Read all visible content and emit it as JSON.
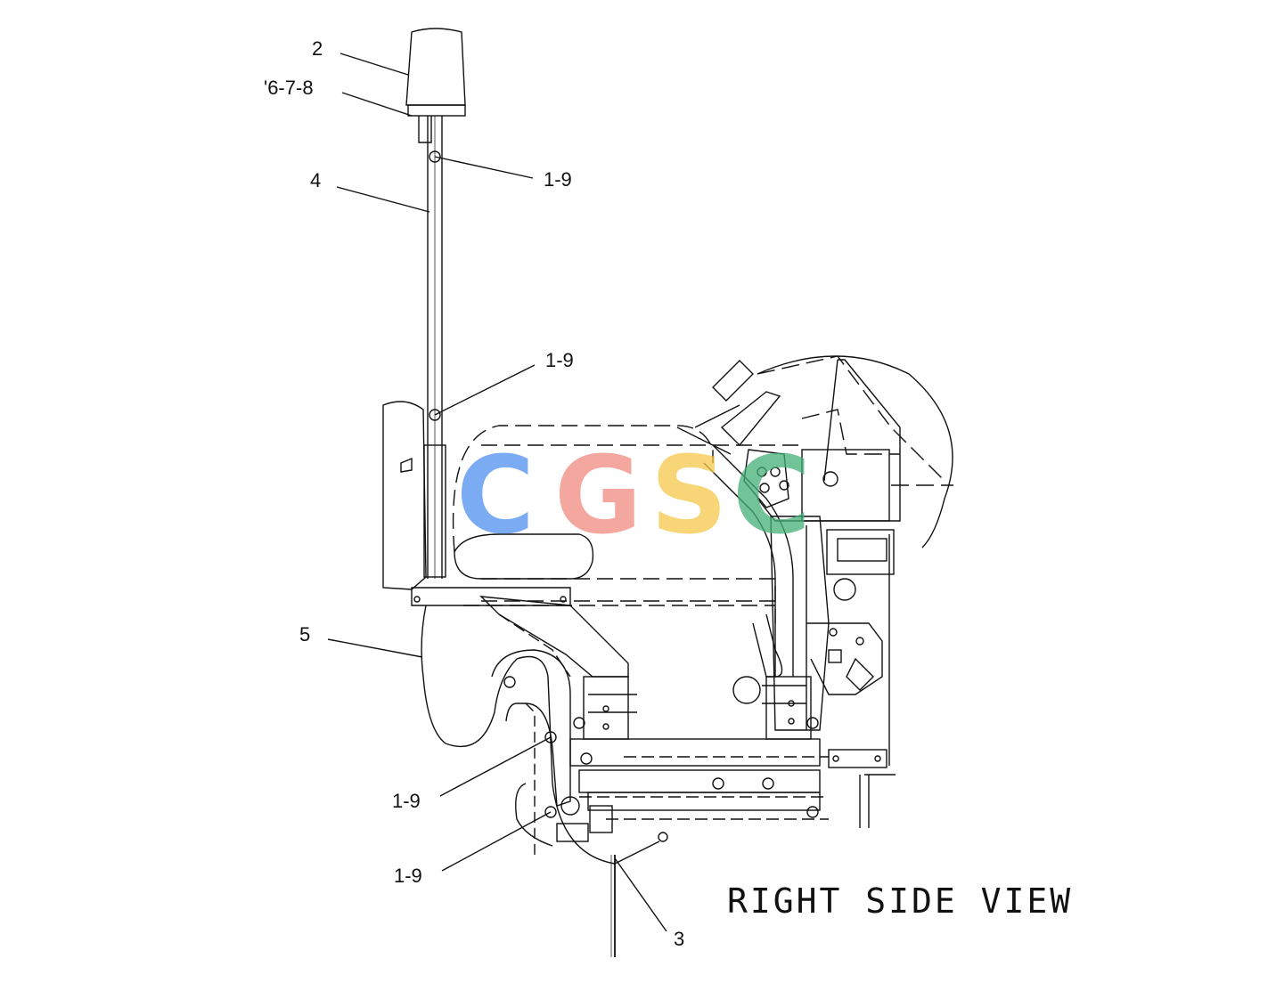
{
  "view_title": "RIGHT SIDE VIEW",
  "callouts": {
    "c2": "2",
    "c678": "'6-7-8",
    "c19_top": "1-9",
    "c4": "4",
    "c19_mid": "1-9",
    "c5": "5",
    "c19_low1": "1-9",
    "c19_low2": "1-9",
    "c3": "3"
  },
  "watermark": {
    "letters": [
      "C",
      "G",
      "S",
      "C"
    ],
    "colors": [
      "#4f8ff0",
      "#f08a80",
      "#f6c84a",
      "#45b078"
    ]
  },
  "colors": {
    "ink": "#111111"
  }
}
